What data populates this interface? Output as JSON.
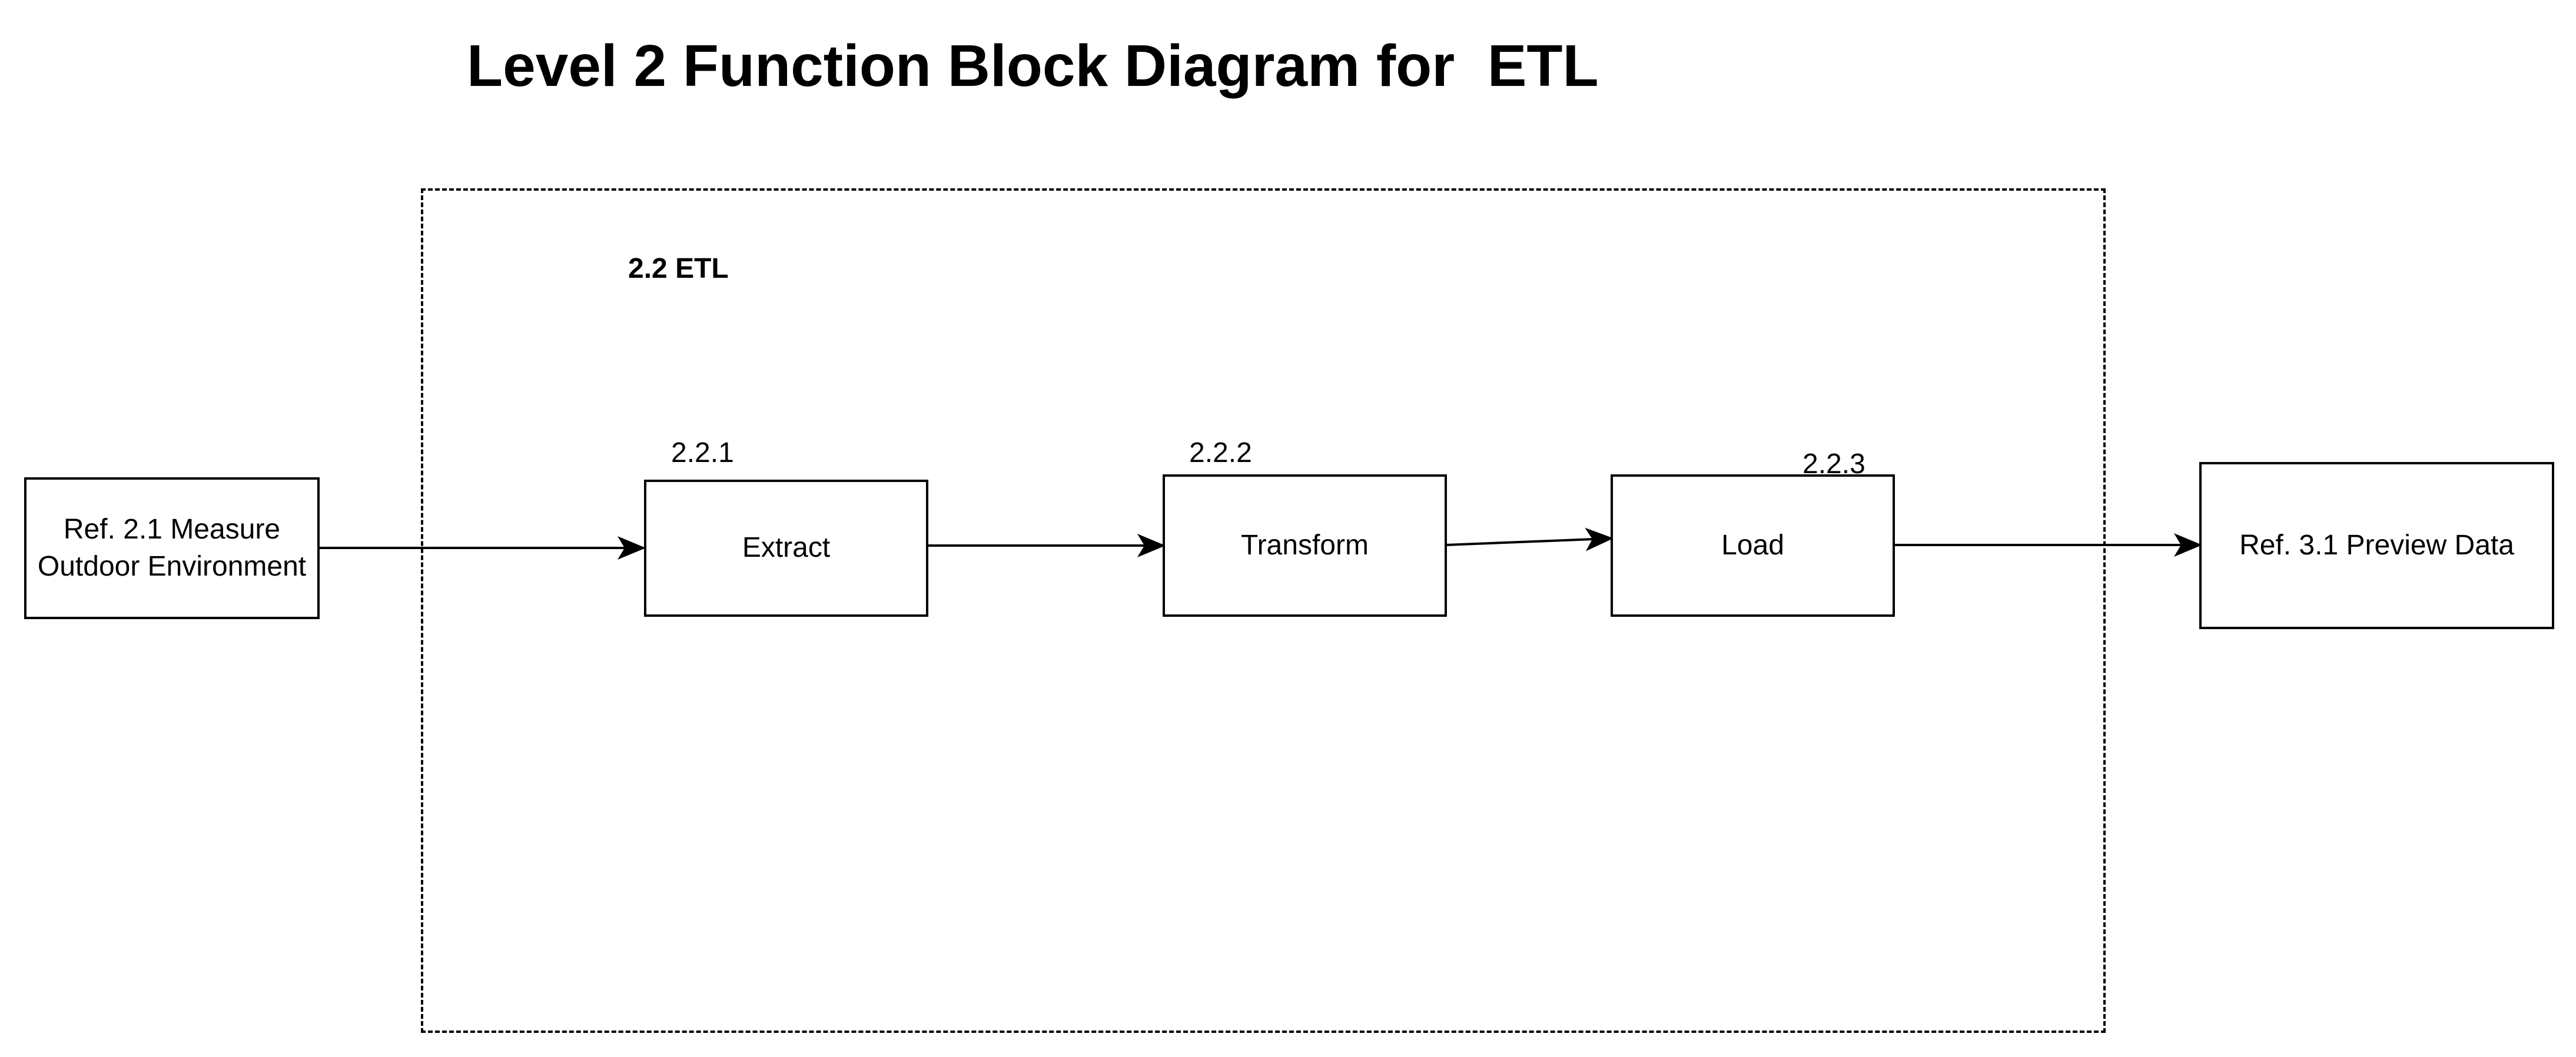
{
  "title": "Level 2 Function Block Diagram for  ETL",
  "boundary": {
    "label": "2.2 ETL"
  },
  "external_blocks": {
    "input": {
      "line1": "Ref. 2.1 Measure",
      "line2": "Outdoor Environment"
    },
    "output": {
      "label": "Ref. 3.1 Preview Data"
    }
  },
  "functions": [
    {
      "number": "2.2.1",
      "label": "Extract"
    },
    {
      "number": "2.2.2",
      "label": "Transform"
    },
    {
      "number": "2.2.3",
      "label": "Load"
    }
  ],
  "colors": {
    "stroke": "#000000",
    "background": "#ffffff"
  }
}
